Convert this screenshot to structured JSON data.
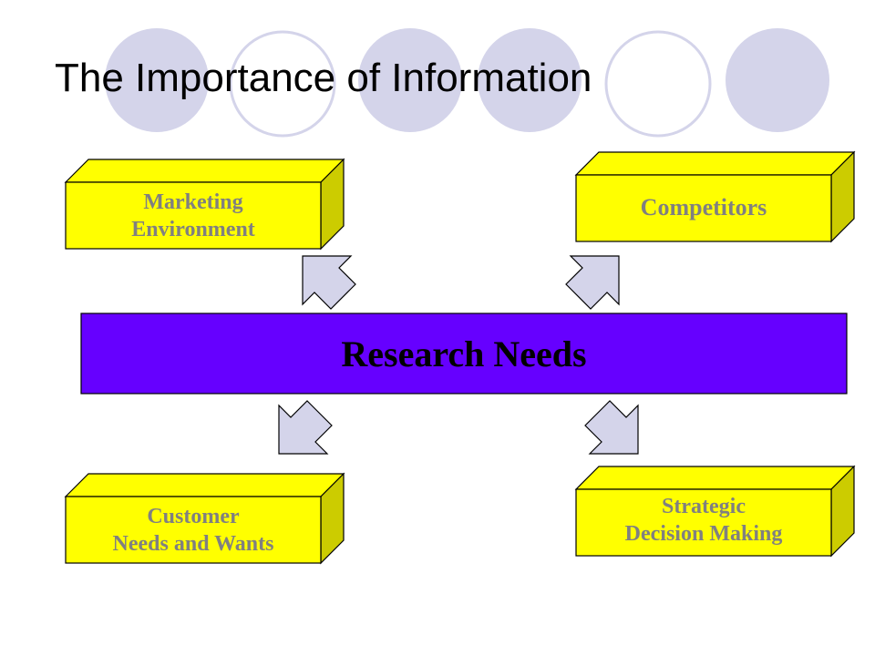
{
  "title": "The Importance of Information",
  "colors": {
    "circle_fill": "#d4d4ea",
    "circle_outline": "#d4d4ea",
    "box_face": "#ffff00",
    "box_text": "#808080",
    "center_fill": "#6600ff",
    "center_text": "#000000",
    "arrow_fill": "#d4d4ea"
  },
  "center": {
    "label": "Research Needs"
  },
  "boxes": {
    "marketing_environment": "Marketing\nEnvironment",
    "competitors": "Competitors",
    "customer_needs": "Customer\nNeeds and Wants",
    "strategic_decision": "Strategic\nDecision Making"
  }
}
